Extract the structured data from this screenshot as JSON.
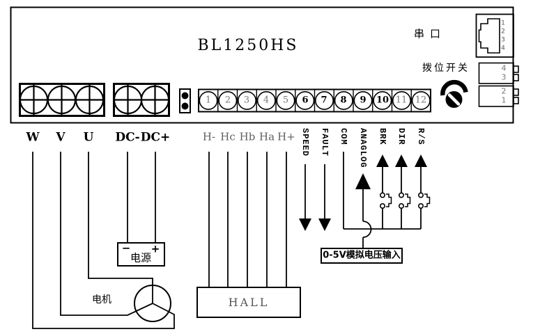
{
  "colors": {
    "line": "#000000",
    "background": "#ffffff",
    "muted_text": "#6b6b6b"
  },
  "board": {
    "title": "BL1250HS",
    "serial_port_label": "串口",
    "dip_switch_label": "拨位开关",
    "serial_pins": [
      "1",
      "2",
      "3",
      "4"
    ],
    "dip_switch_upper_pins": [
      "4",
      "3"
    ],
    "dip_switch_lower_pins": [
      "2",
      "1"
    ],
    "terminal_numbers": [
      "1",
      "2",
      "3",
      "4",
      "5",
      "6",
      "7",
      "8",
      "9",
      "10",
      "11",
      "12"
    ]
  },
  "wire_labels": {
    "power": [
      "W",
      "V",
      "U",
      "DC-",
      "DC+"
    ],
    "hall": [
      "H-",
      "Hc",
      "Hb",
      "Ha",
      "H+"
    ],
    "signals": [
      "SPEED",
      "FAULT",
      "COM",
      "ANAGLOG",
      "BRK",
      "DIR",
      "R/S"
    ]
  },
  "components": {
    "power_supply": {
      "label": "电源",
      "minus": "−",
      "plus": "+"
    },
    "motor": {
      "label": "电机"
    },
    "hall_sensor": {
      "label": "HALL"
    },
    "analog_input": {
      "label": "0-5V模拟电压输入"
    }
  }
}
